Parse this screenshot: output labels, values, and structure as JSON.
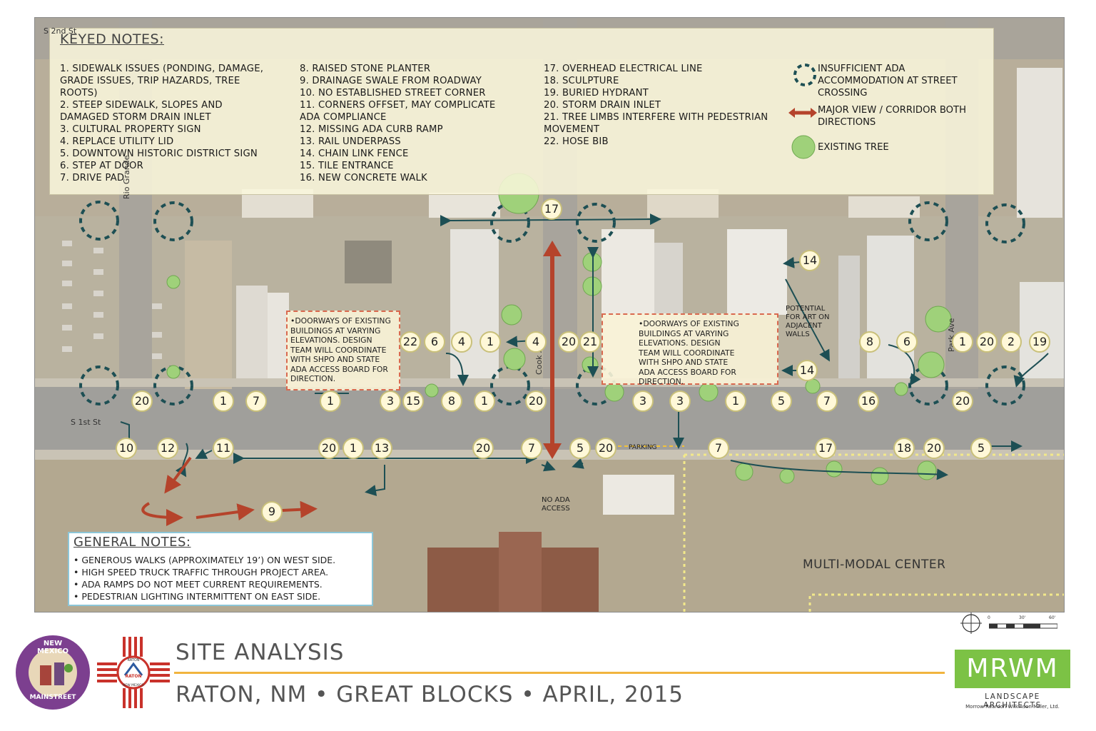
{
  "keyed_notes": {
    "heading": "KEYED NOTES:",
    "col1": [
      "1. SIDEWALK ISSUES (PONDING, DAMAGE,\nGRADE ISSUES, TRIP HAZARDS, TREE\nROOTS)",
      "2. STEEP SIDEWALK, SLOPES AND\nDAMAGED STORM DRAIN INLET",
      "3. CULTURAL PROPERTY SIGN",
      "4. REPLACE UTILITY LID",
      "5. DOWNTOWN HISTORIC DISTRICT SIGN",
      "6. STEP AT DOOR",
      "7. DRIVE PAD"
    ],
    "col2": [
      "8. RAISED STONE PLANTER",
      "9. DRAINAGE SWALE FROM ROADWAY",
      "10. NO ESTABLISHED STREET CORNER",
      "11. CORNERS OFFSET, MAY COMPLICATE\nADA COMPLIANCE",
      "12. MISSING ADA CURB RAMP",
      "13. RAIL UNDERPASS",
      "14. CHAIN LINK FENCE",
      "15. TILE ENTRANCE",
      "16. NEW CONCRETE WALK"
    ],
    "col3": [
      "17. OVERHEAD ELECTRICAL LINE",
      "18.  SCULPTURE",
      "19. BURIED HYDRANT",
      "20. STORM DRAIN INLET",
      "21. TREE LIMBS INTERFERE WITH PEDESTRIAN\nMOVEMENT",
      "22. HOSE BIB"
    ]
  },
  "legend": {
    "ada": "INSUFFICIENT ADA\nACCOMMODATION AT STREET\nCROSSING",
    "view": "MAJOR VIEW / CORRIDOR BOTH\nDIRECTIONS",
    "tree": "EXISTING TREE",
    "colors": {
      "ada": "#1d4f54",
      "view": "#b5432b",
      "tree": "#9fd17a"
    }
  },
  "general_notes": {
    "heading": "GENERAL NOTES:",
    "items": [
      "• GENEROUS WALKS (APPROXIMATELY 19’) ON WEST SIDE.",
      "• HIGH SPEED TRUCK TRAFFIC THROUGH PROJECT AREA.",
      "• ADA RAMPS DO NOT MEET CURRENT REQUIREMENTS.",
      "• PEDESTRIAN LIGHTING INTERMITTENT ON EAST SIDE."
    ]
  },
  "map_labels": {
    "callout_left": "•DOORWAYS OF EXISTING\nBUILDINGS AT VARYING\nELEVATIONS.  DESIGN\nTEAM WILL COORDINATE\nWITH SHPO AND STATE\nADA ACCESS BOARD FOR\nDIRECTION.",
    "callout_right": "•DOORWAYS OF EXISTING\nBUILDINGS AT VARYING\nELEVATIONS.  DESIGN\nTEAM WILL COORDINATE\nWITH SHPO AND STATE\nADA ACCESS BOARD FOR\nDIRECTION.",
    "potential_art": "POTENTIAL\nFOR ART ON\nADJACENT\nWALLS",
    "parking": "PARKING",
    "no_ada": "NO ADA\nACCESS",
    "multimodal": "MULTI-MODAL CENTER",
    "street_1st": "S 1st St",
    "street_rio": "Rio Grande",
    "street_cook": "Cook Ave",
    "street_park": "Park Ave",
    "street_2nd": "S 2nd St"
  },
  "markers": [
    "17",
    "14",
    "14",
    "22",
    "6",
    "4",
    "1",
    "4",
    "20",
    "21",
    "8",
    "6",
    "1",
    "20",
    "2",
    "19",
    "20",
    "1",
    "7",
    "1",
    "3",
    "15",
    "8",
    "1",
    "20",
    "3",
    "3",
    "1",
    "5",
    "7",
    "16",
    "20",
    "10",
    "12",
    "11",
    "20",
    "1",
    "13",
    "20",
    "7",
    "5",
    "20",
    "7",
    "17",
    "18",
    "20",
    "5",
    "9"
  ],
  "scale": {
    "ticks": [
      "0",
      "30'",
      "60'"
    ]
  },
  "title": {
    "line1": "SITE ANALYSIS",
    "line2": "RATON, NM • GREAT BLOCKS • APRIL, 2015"
  },
  "logos": {
    "mainstreet_top": "NEW MEXICO",
    "mainstreet_bottom": "MAINSTREET",
    "raton_top": "RATON",
    "raton_center": "RATON",
    "raton_bottom": "NEW MEXICO"
  },
  "firm": {
    "name": "MRWM",
    "subtitle": "LANDSCAPE ARCHITECTS",
    "full": "Morrow Reardon Wilkinson Miller, Ltd."
  }
}
